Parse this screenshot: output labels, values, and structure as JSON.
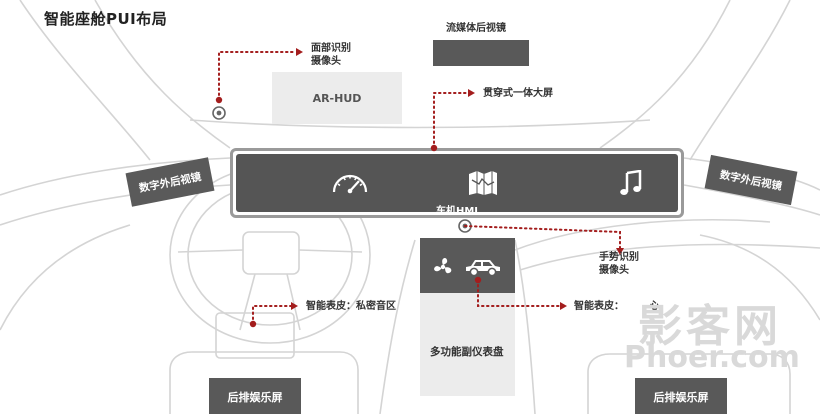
{
  "title": "智能座舱PUI布局",
  "labels": {
    "face_camera": "面部识别\n摄像头",
    "penetrating_screen": "贯穿式一体大屏",
    "gesture_camera": "手势识别\n摄像头",
    "private_sound": "智能表皮：私密音区",
    "smart_skin_2": "智能表皮：",
    "smart_skin_2_tail": "心"
  },
  "boxes": {
    "streaming_mirror": "流媒体后视镜",
    "ar_hud": "AR-HUD",
    "digital_mirror_left": "数字外后视镜",
    "digital_mirror_right": "数字外后视镜",
    "hmi": "车机HMI",
    "multi_panel": "多功能副仪表盘",
    "rear_screen_left": "后排娱乐屏",
    "rear_screen_right": "后排娱乐屏"
  },
  "icons": [
    "speedometer-icon",
    "map-icon",
    "music-note-icon",
    "fan-icon",
    "car-icon",
    "camera-icon"
  ],
  "watermark": {
    "line1": "影客网",
    "line2": "Phoer.com"
  },
  "colors": {
    "accent": "#a31d1d",
    "panel": "#555555",
    "light": "#ececec",
    "line": "#d0d0d0"
  }
}
